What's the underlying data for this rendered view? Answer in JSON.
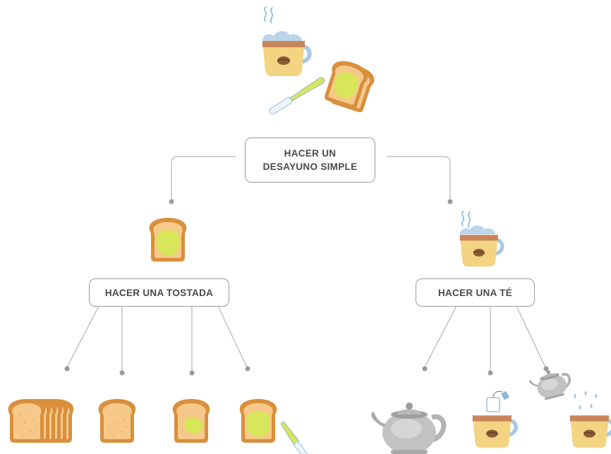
{
  "diagram": {
    "root": {
      "lines": [
        "HACER UN",
        "DESAYUNO SIMPLE"
      ]
    },
    "branches": [
      {
        "label": "HACER UNA TOSTADA",
        "illustration": "toast-slice-icon",
        "leaves": [
          "bread-stack-icon",
          "bread-slice-icon",
          "toasted-bread-icon",
          "buttered-toast-icon"
        ]
      },
      {
        "label": "HACER UNA TÉ",
        "illustration": "tea-cup-icon",
        "leaves": [
          "teapot-icon",
          "tea-bag-cup-icon",
          "pouring-teapot-cup-icon"
        ]
      }
    ],
    "header_illustration": "breakfast-coffee-toast-icon",
    "colors": {
      "connector": "#b5b5b5",
      "bread_crust": "#d98f3c",
      "bread_inner": "#f6c98a",
      "butter": "#d8e65a",
      "cup_body": "#f3d483",
      "cup_band": "#c9855a",
      "cup_handle": "#a8c9e6",
      "teapot": "#c2c2c2",
      "steam": "#7fb8dc"
    }
  }
}
